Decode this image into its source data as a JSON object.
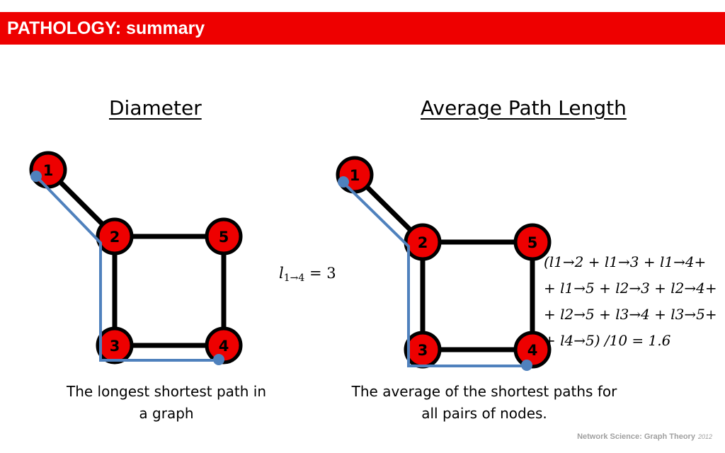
{
  "header": {
    "title": "PATHOLOGY: summary",
    "bg_color": "#ee0000"
  },
  "diameter": {
    "title": "Diameter",
    "caption_line1": "The longest shortest path in",
    "caption_line2": "a graph",
    "formula": {
      "var": "l",
      "sub": "1→4",
      "eq": " = 3"
    },
    "nodes": [
      "1",
      "2",
      "3",
      "4",
      "5"
    ]
  },
  "apl": {
    "title": "Average Path Length",
    "caption_line1": "The average of the shortest paths for",
    "caption_line2": "all pairs of nodes.",
    "formula_lines": [
      "(l1→2 + l1→3 + l1→4+",
      "+ l1→5 + l2→3 + l2→4+",
      "+ l2→5 + l3→4 + l3→5+",
      "+ l4→5) /10 = 1.6"
    ],
    "nodes": [
      "1",
      "2",
      "3",
      "4",
      "5"
    ]
  },
  "colors": {
    "node_fill": "#ee0000",
    "path": "#4f81bd",
    "edge": "#000000"
  },
  "footer": {
    "title": "Network Science: Graph Theory",
    "year": "2012"
  }
}
